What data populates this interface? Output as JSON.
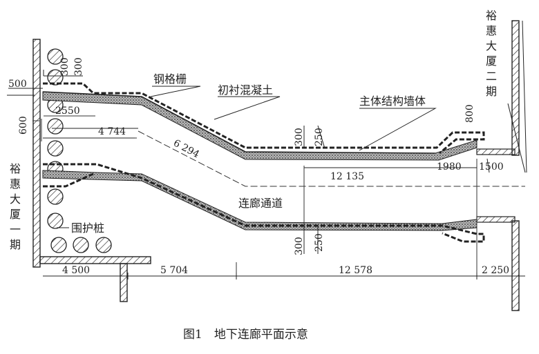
{
  "figure": {
    "caption": "图1　地下连廊平面示意",
    "labels": {
      "building_phase1": [
        "裕",
        "惠",
        "大",
        "厦",
        "一",
        "期"
      ],
      "building_phase2": [
        "裕",
        "惠",
        "大",
        "厦",
        "二",
        "期"
      ],
      "steel_grid": "钢格栅",
      "lining_concrete": "初衬混凝土",
      "main_wall": "主体结构墙体",
      "corridor": "连廊通道",
      "retaining_pile": "围护桩"
    },
    "dimensions": {
      "d500_top": "500",
      "d300_v1": "300",
      "d300_v2": "300",
      "d600": "600",
      "d2550": "2550",
      "d4744": "4 744",
      "d6294": "6 294",
      "d300_top": "300",
      "d250_top": "250",
      "d800": "800",
      "d12135": "12 135",
      "d1980": "1980",
      "d1500": "1500",
      "d300_bot": "300",
      "d250_bot": "250",
      "d4500": "4 500",
      "d5704": "5 704",
      "d12578": "12 578",
      "d2250": "2 250"
    }
  }
}
